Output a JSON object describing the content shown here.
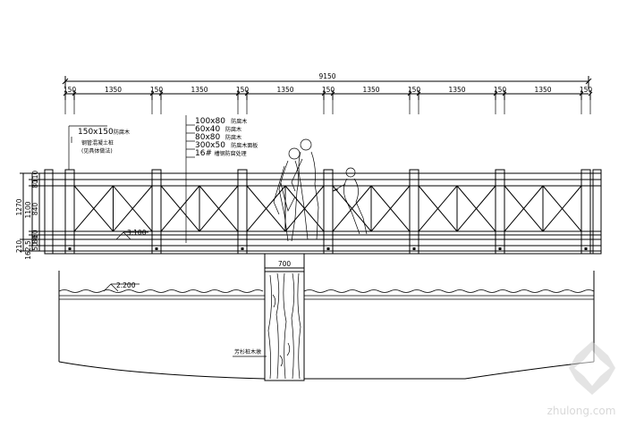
{
  "dimensions": {
    "total": "9150",
    "segments": [
      "150",
      "1350",
      "150",
      "1350",
      "150",
      "1350",
      "150",
      "1350",
      "150",
      "1350",
      "150",
      "1350",
      "150"
    ],
    "height_total": "1270",
    "height_upper": "1100",
    "height_parts": [
      "110",
      "80",
      "840",
      "60",
      "80"
    ],
    "lower_left": "210",
    "lower_parts": [
      "162.5",
      "50"
    ]
  },
  "labels": {
    "post": "150x150",
    "post_note": "防腐木",
    "post_sub1": "钢管混凝土桩",
    "post_sub2": "(见具体做法)",
    "spec_lines": [
      {
        "size": "100x80",
        "note": "防腐木"
      },
      {
        "size": "60x40",
        "note": "防腐木"
      },
      {
        "size": "80x80",
        "note": "防腐木"
      },
      {
        "size": "300x50",
        "note": "防腐木面板"
      },
      {
        "size": "16#",
        "note": "槽钢防腐处理"
      }
    ],
    "elev_deck": "3.100",
    "elev_water": "2.200",
    "pier_width": "700",
    "pier_label": "芳杉桩木墩"
  },
  "watermark": {
    "text": "zhulong.com"
  }
}
